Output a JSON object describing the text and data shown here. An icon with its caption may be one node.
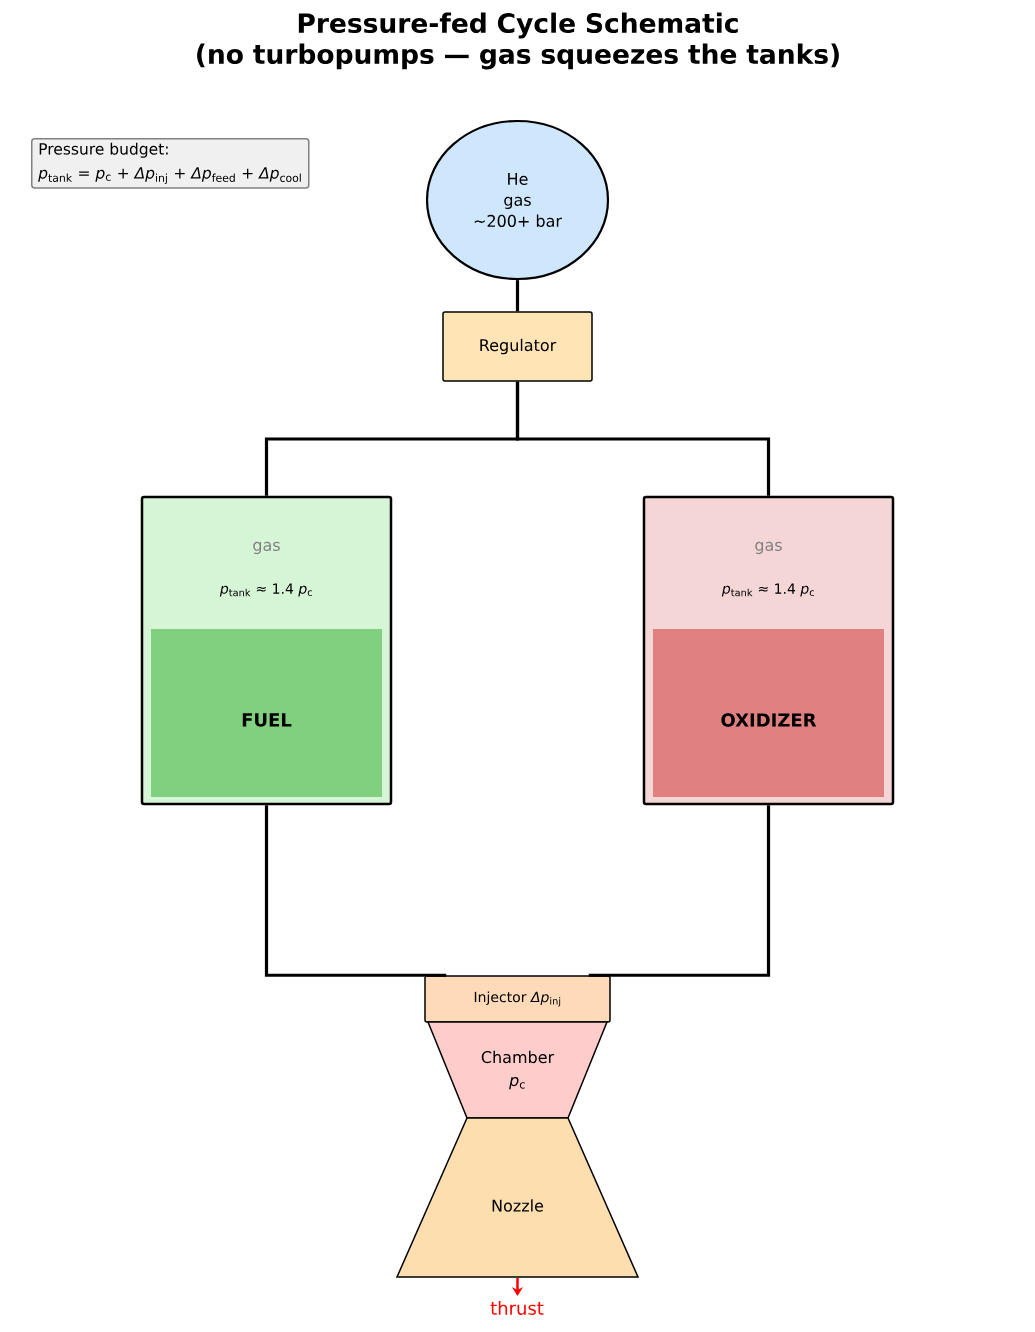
{
  "diagram": {
    "title": "Pressure-fed Cycle Schematic (no turbopumps — gas squeezes the tanks)",
    "nodes": [
      {
        "text": [
          "Pressure budget:",
          "*p*$_{tank}$ = *p*$_{c}$ + *Δp*$_{inj}$ + *Δp*$_{feed}$ + *Δp*$_{cool}$"
        ]
      },
      {
        "text": [
          "He",
          "gas",
          "~200+ bar"
        ]
      },
      {
        "text": [
          "Regulator"
        ]
      },
      {
        "text": [
          "gas",
          "*p*$_{tank}$ ≈ 1.4 *p*$_{c}$"
        ]
      },
      {
        "text": [
          "FUEL"
        ],
        "in": 3
      },
      {
        "text": [
          "gas",
          "*p*$_{tank}$ ≈ 1.4 *p*$_{c}$"
        ]
      },
      {
        "text": [
          "OXIDIZER"
        ],
        "in": 5
      },
      {
        "text": [
          "Injector *Δp*$_{inj}$"
        ]
      },
      {
        "text": [
          "Chamber",
          "*p*$_{c}$"
        ]
      },
      {
        "text": [
          "Nozzle"
        ]
      }
    ],
    "edges": [
      {
        "from": 1,
        "to": 2,
        "arrow": "none"
      },
      {
        "from": 2,
        "to": 3,
        "arrow": "none"
      },
      {
        "from": 2,
        "to": 5,
        "arrow": "none"
      },
      {
        "from": 3,
        "to": 7,
        "arrow": "none"
      },
      {
        "from": 5,
        "to": 7,
        "arrow": "none"
      }
    ],
    "labels": [
      "thrust"
    ]
  }
}
